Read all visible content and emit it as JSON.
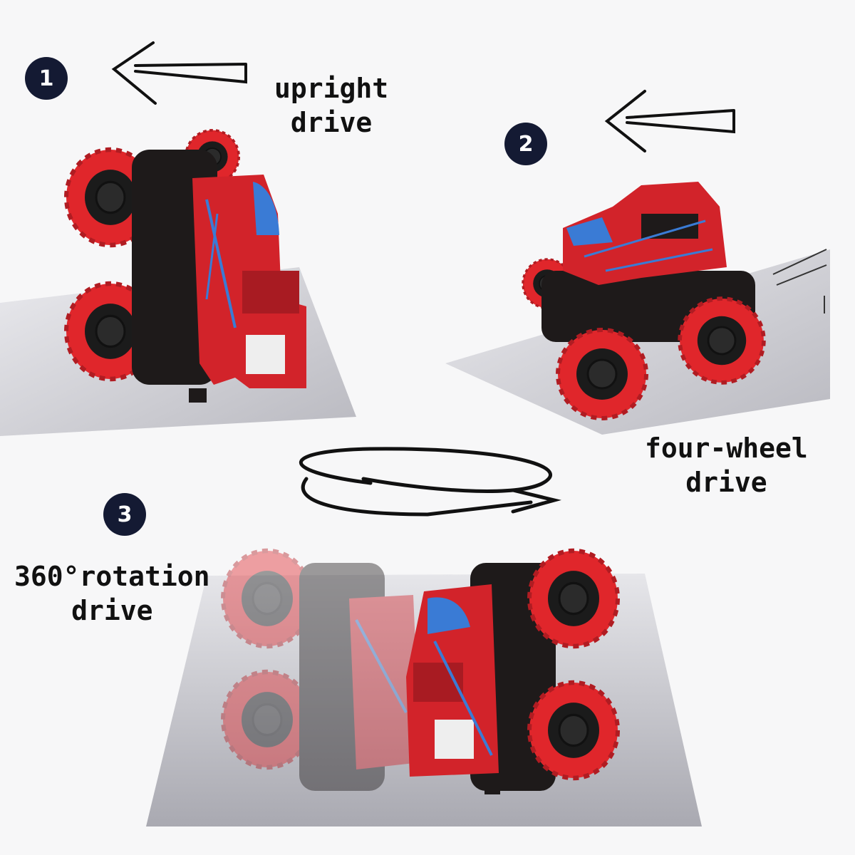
{
  "steps": [
    {
      "number": "1",
      "line1": "upright",
      "line2": "drive"
    },
    {
      "number": "2",
      "line1": "four-wheel",
      "line2": "drive"
    },
    {
      "number": "3",
      "line1": "360°rotation",
      "line2": "drive"
    }
  ],
  "colors": {
    "background": "#f7f7f8",
    "badge": "#141a33",
    "tire": "#e0262b",
    "body": "#d2232a",
    "stripes": "#3a7bd5",
    "chassis": "#1e1a1a",
    "platform": "#c9c9cf"
  },
  "icons": [
    "arrow-left-icon",
    "rotation-arrow-icon"
  ]
}
